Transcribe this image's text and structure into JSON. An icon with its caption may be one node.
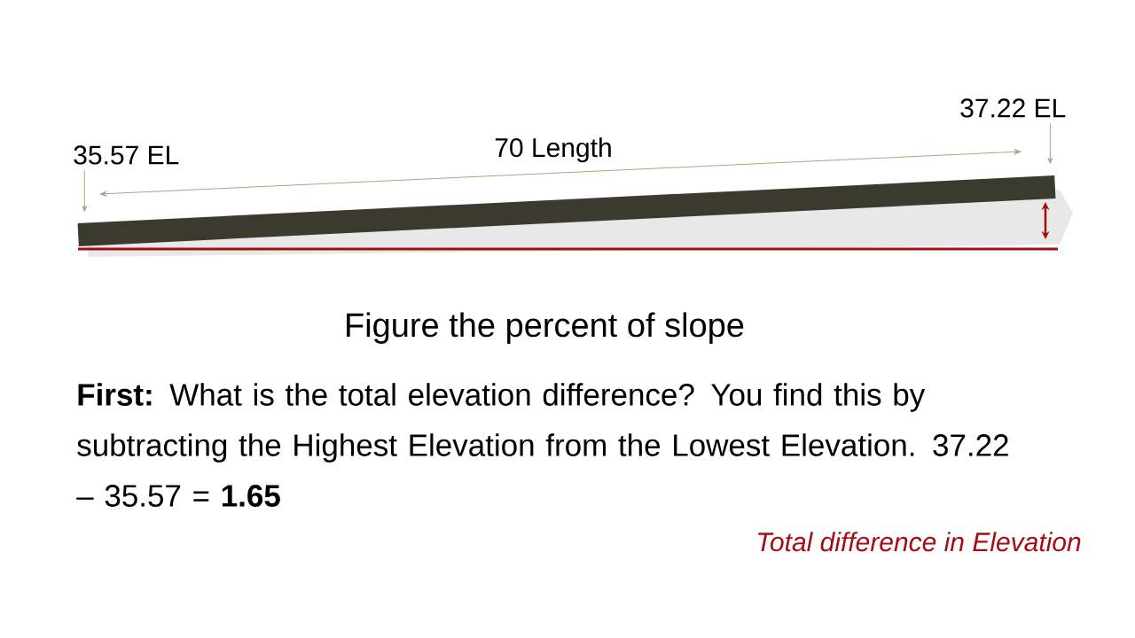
{
  "diagram": {
    "nodes": [
      {
        "text": [
          "35.57 EL"
        ]
      },
      {
        "text": [
          "37.22 EL"
        ]
      },
      {
        "text": [],
        "shape": "bar"
      }
    ],
    "edges": [
      {
        "from": 0,
        "to": 2,
        "arrow": "to"
      },
      {
        "from": 1,
        "to": 2,
        "arrow": "to"
      }
    ],
    "labels": [
      "70 Length",
      "Figure the percent of slope",
      "**First:** What is the total elevation difference? You find this by subtracting the Highest Elevation from the Lowest Elevation. 37.22 – 35.57 = **1.65**",
      "Total difference in Elevation"
    ]
  }
}
